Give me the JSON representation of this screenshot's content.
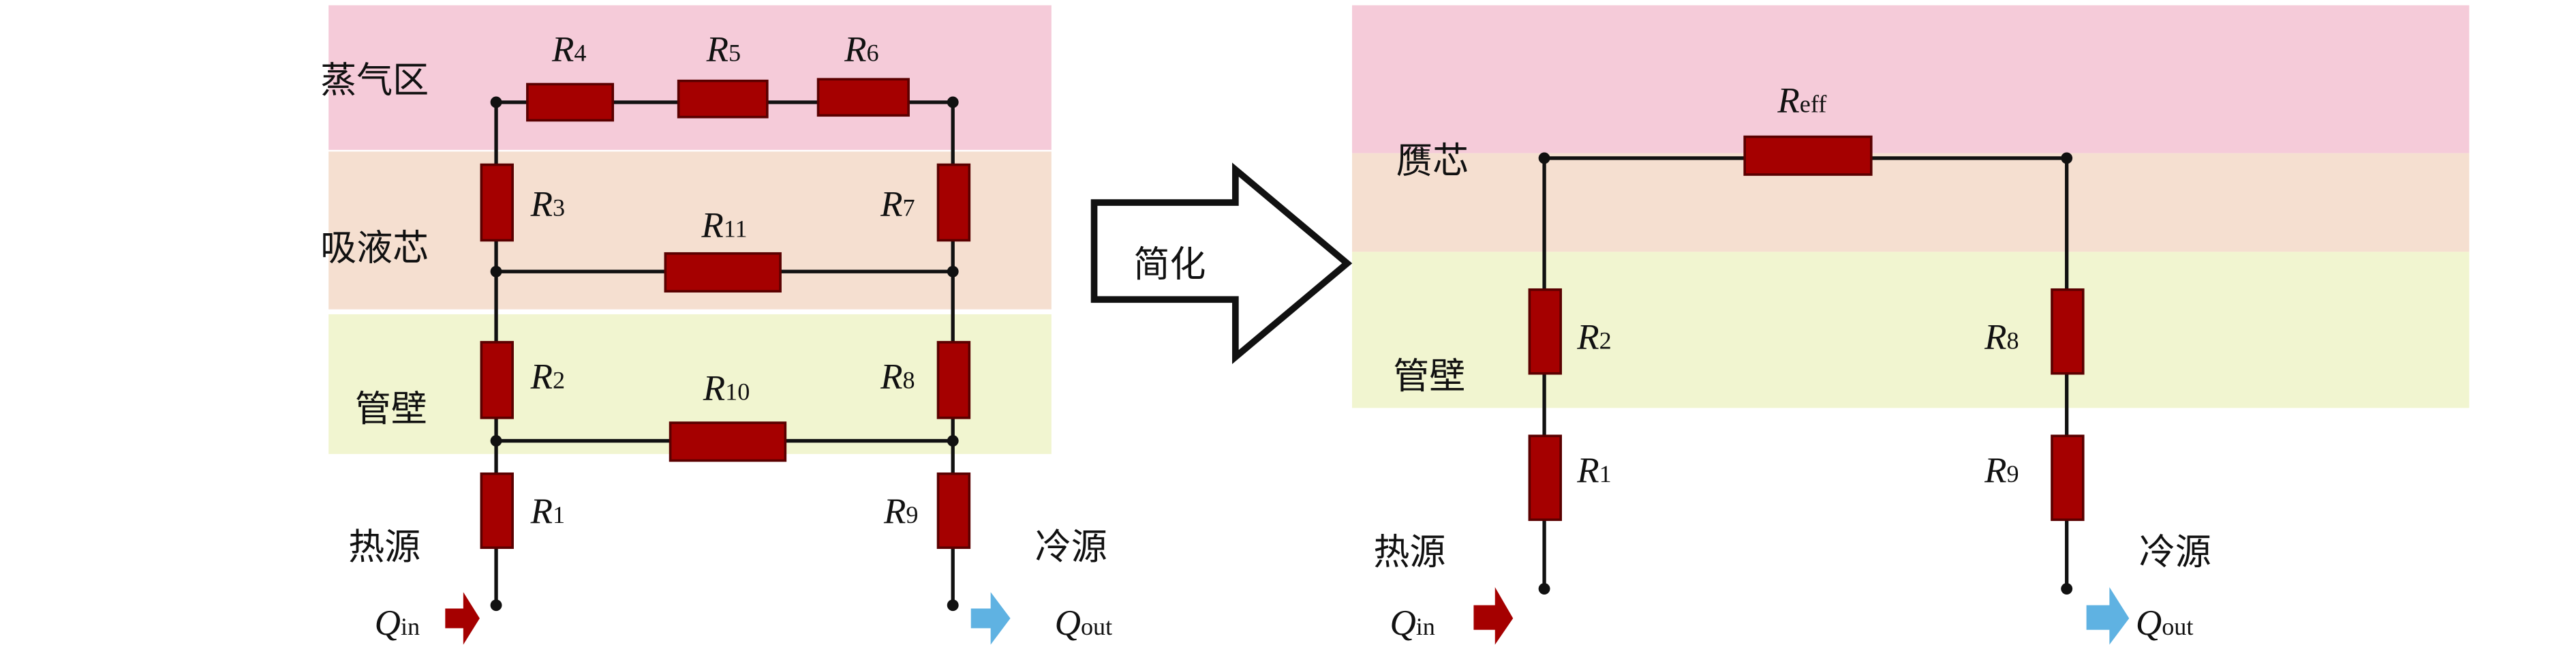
{
  "colors": {
    "vapor_band": "#f5cbd9",
    "wick_band": "#f5dfd0",
    "wall_band": "#f1f5d0",
    "resistor": "#a50000",
    "heat_in_arrow": "#a50000",
    "heat_out_arrow": "#5fb2e2"
  },
  "left": {
    "zones": {
      "vapor": "蒸气区",
      "wick": "吸液芯",
      "wall": "管壁"
    },
    "resistors": {
      "r1": {
        "sym": "R",
        "sub": "1"
      },
      "r2": {
        "sym": "R",
        "sub": "2"
      },
      "r3": {
        "sym": "R",
        "sub": "3"
      },
      "r4": {
        "sym": "R",
        "sub": "4"
      },
      "r5": {
        "sym": "R",
        "sub": "5"
      },
      "r6": {
        "sym": "R",
        "sub": "6"
      },
      "r7": {
        "sym": "R",
        "sub": "7"
      },
      "r8": {
        "sym": "R",
        "sub": "8"
      },
      "r9": {
        "sym": "R",
        "sub": "9"
      },
      "r10": {
        "sym": "R",
        "sub": "10"
      },
      "r11": {
        "sym": "R",
        "sub": "11"
      }
    },
    "heat_source": "热源",
    "cold_source": "冷源",
    "q_in": {
      "sym": "Q",
      "sub": "in"
    },
    "q_out": {
      "sym": "Q",
      "sub": "out"
    }
  },
  "arrow_label": "简化",
  "right": {
    "zones": {
      "wick": "赝芯",
      "wall": "管壁"
    },
    "resistors": {
      "reff": {
        "sym": "R",
        "sub": "eff"
      },
      "r1": {
        "sym": "R",
        "sub": "1"
      },
      "r2": {
        "sym": "R",
        "sub": "2"
      },
      "r8": {
        "sym": "R",
        "sub": "8"
      },
      "r9": {
        "sym": "R",
        "sub": "9"
      }
    },
    "heat_source": "热源",
    "cold_source": "冷源",
    "q_in": {
      "sym": "Q",
      "sub": "in"
    },
    "q_out": {
      "sym": "Q",
      "sub": "out"
    }
  }
}
